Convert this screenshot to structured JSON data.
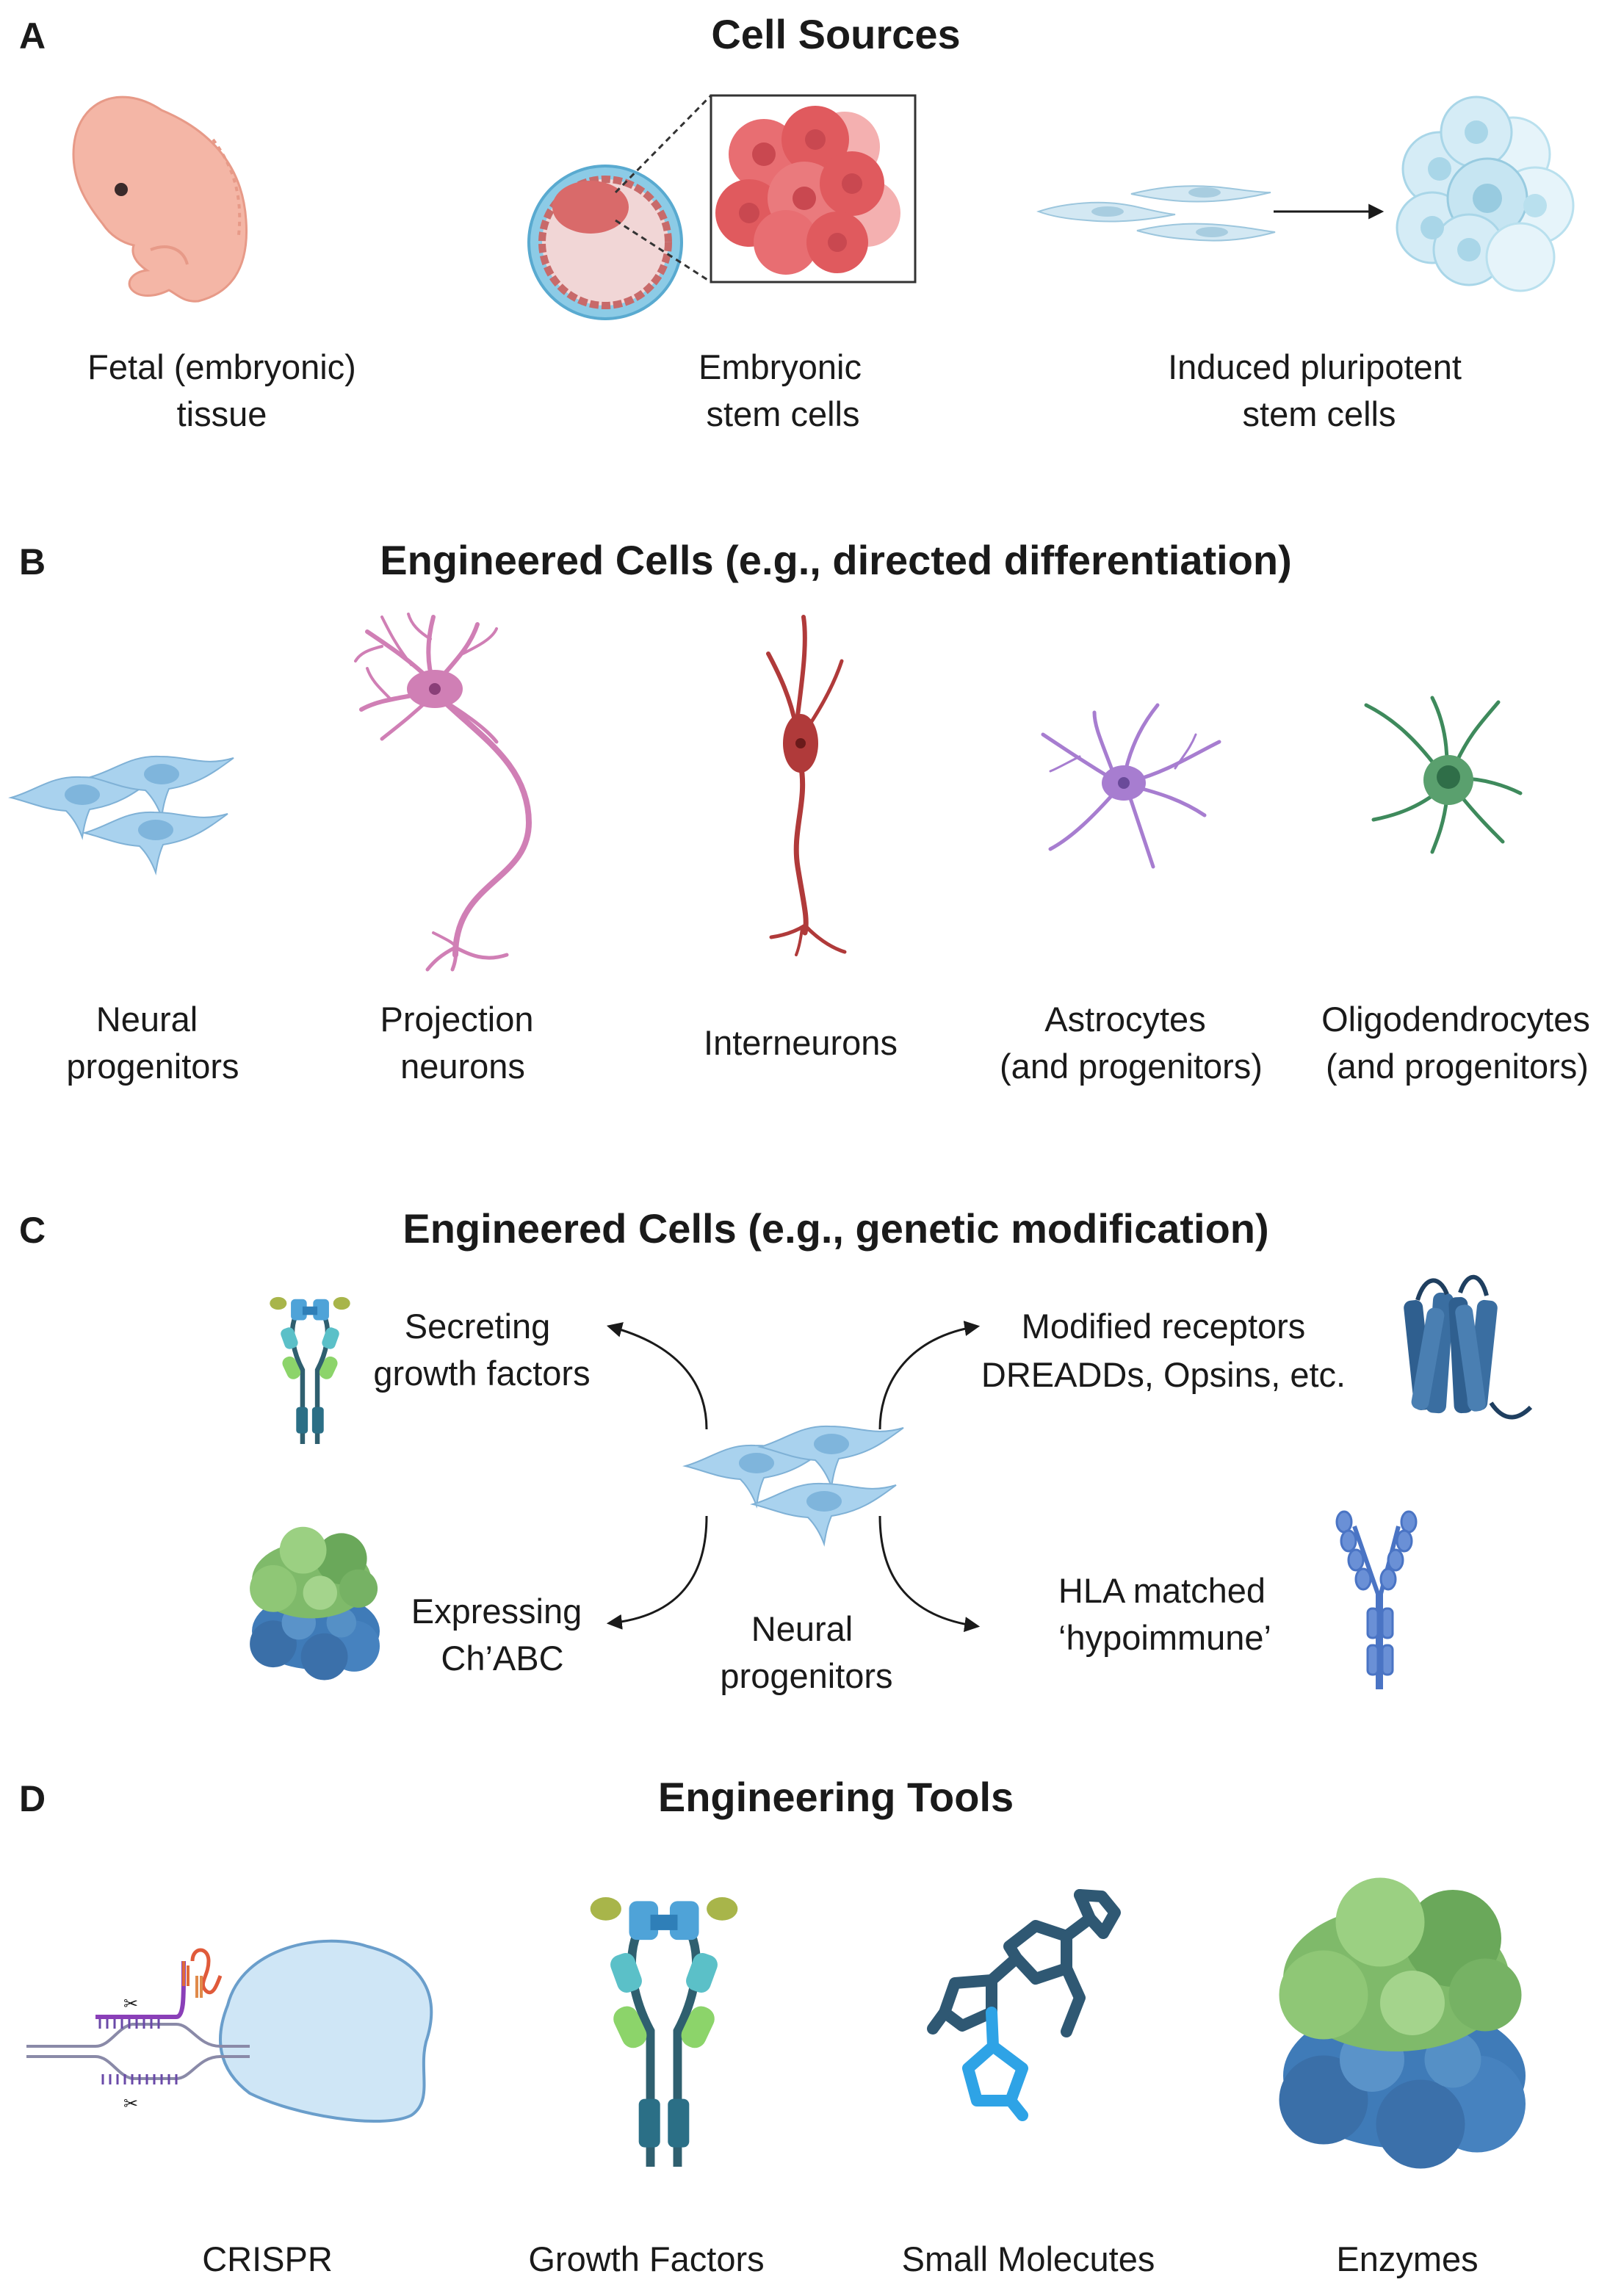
{
  "panel_a": {
    "letter": "A",
    "title": "Cell Sources",
    "items": [
      {
        "line1": "Fetal (embryonic)",
        "line2": "tissue"
      },
      {
        "line1": "Embryonic",
        "line2": "stem cells"
      },
      {
        "line1": "Induced pluripotent",
        "line2": "stem cells"
      }
    ]
  },
  "panel_b": {
    "letter": "B",
    "title": "Engineered Cells (e.g., directed differentiation)",
    "items": [
      {
        "line1": "Neural",
        "line2": "progenitors"
      },
      {
        "line1": "Projection",
        "line2": "neurons"
      },
      {
        "line1": "Interneurons"
      },
      {
        "line1": "Astrocytes",
        "line2": "(and progenitors)"
      },
      {
        "line1": "Oligodendrocytes",
        "line2": "(and progenitors)"
      }
    ]
  },
  "panel_c": {
    "letter": "C",
    "title": "Engineered Cells (e.g., genetic modification)",
    "secreting": {
      "line1": "Secreting",
      "line2": "growth factors"
    },
    "modified": {
      "line1": "Modified receptors",
      "line2": "DREADDs, Opsins, etc."
    },
    "expressing": {
      "line1": "Expressing",
      "line2": "Ch’ABC"
    },
    "center": {
      "line1": "Neural",
      "line2": "progenitors"
    },
    "hla": {
      "line1": "HLA matched",
      "line2": "‘hypoimmune’"
    }
  },
  "panel_d": {
    "letter": "D",
    "title": "Engineering Tools",
    "items": [
      "CRISPR",
      "Growth Factors",
      "Small Molecutes",
      "Enzymes"
    ]
  },
  "colors": {
    "fetal": "#f4b6a6",
    "esc_red": "#e05a5e",
    "ipsc_blue": "#b9e0ee",
    "progenitor": "#9ccbe9",
    "projection": "#d07fb5",
    "interneuron": "#b03a3a",
    "astrocyte": "#a77dd0",
    "oligo": "#3e8a5c",
    "receptor": "#2f5f8f",
    "antibody": "#4a74c4",
    "enzyme_green": "#7fba6a",
    "enzyme_blue": "#3f7bb8",
    "molecule_dark": "#2f5873",
    "molecule_light": "#2ea3e6"
  }
}
